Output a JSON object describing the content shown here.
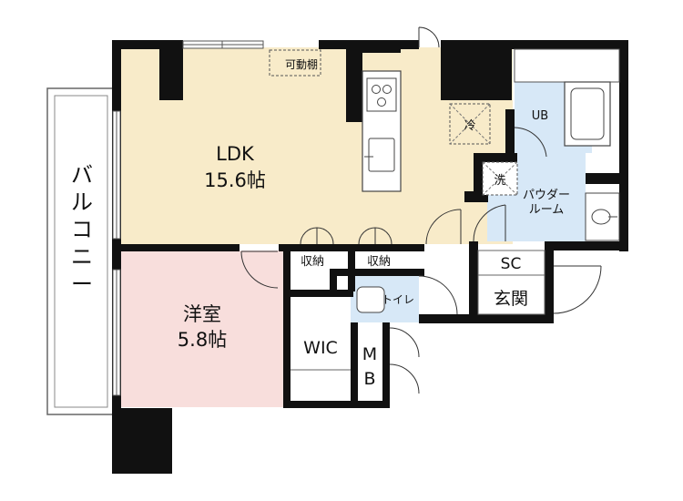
{
  "rooms": {
    "ldk": {
      "name": "LDK",
      "size": "15.6帖"
    },
    "western": {
      "name": "洋室",
      "size": "5.8帖"
    },
    "wic": "WIC",
    "mb": {
      "line1": "M",
      "line2": "B"
    },
    "entrance": "玄関",
    "sc": "SC",
    "storage1": "収納",
    "storage2": "収納",
    "toilet": "トイレ",
    "ub": "UB",
    "powder": {
      "line1": "パウダー",
      "line2": "ルーム"
    },
    "balcony": "バルコニー",
    "shelf": "可動棚"
  },
  "appliances": {
    "fridge": "冷",
    "washer": "洗"
  },
  "colors": {
    "ldk": "#f8ebc9",
    "western": "#f8dedc",
    "water": "#d7e8f7",
    "wall": "#111111"
  }
}
